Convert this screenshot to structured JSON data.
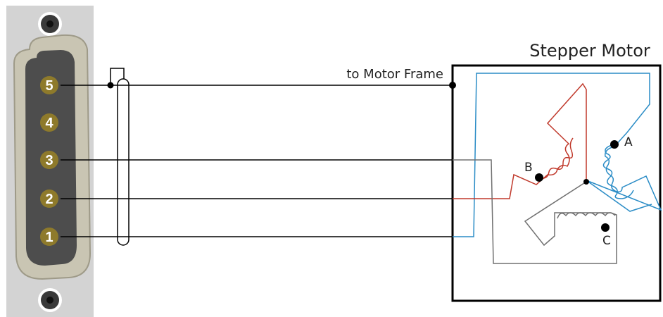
{
  "labels": {
    "title": "Stepper Motor",
    "motor_frame": "to Motor Frame",
    "coil_a": "A",
    "coil_b": "B",
    "coil_c": "C"
  },
  "connector": {
    "pins": [
      "5",
      "4",
      "3",
      "2",
      "1"
    ]
  },
  "colors": {
    "panel": "#d3d3d3",
    "shell": "#c9c5b3",
    "insert": "#4d4d4d",
    "pin": "#8e7a2b",
    "wire": "#000000",
    "coil_a": "#2a8cc6",
    "coil_b": "#c0392b",
    "coil_c": "#707070"
  }
}
